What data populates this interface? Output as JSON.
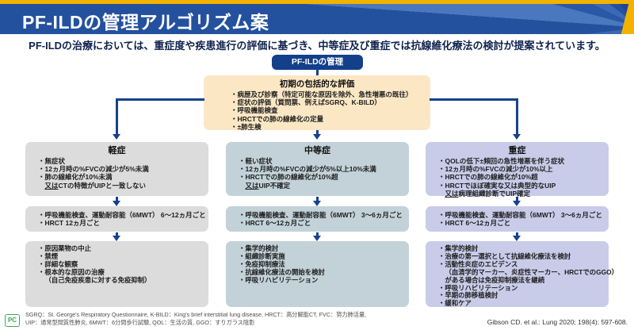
{
  "header": {
    "title": "PF-ILDの管理アルゴリズム案",
    "subtitle": "PF-ILDの治療においては、重症度や疾患進行の評価に基づき、中等症及び重症では抗線維化療法の検討が提案されています。",
    "accent_yellow": "#f2b200",
    "bar_blue": "#24519e"
  },
  "flowchart": {
    "root_label": "PF-ILDの管理",
    "assessment": {
      "title": "初期の包括的な評価",
      "items": [
        "・病歴及び診察（特定可能な原因を除外、急性増悪の既往）",
        "・症状の評価（質問票、例えばSGRQ、K-BILD）",
        "・呼吸機能検査",
        "・HRCTでの肺の線維化の定量",
        "・±肺生検"
      ]
    },
    "columns": [
      {
        "severity": "軽症",
        "color": "#dcdcdd",
        "criteria": [
          "・無症状",
          "・12ヵ月時の%FVCの減少が5%未満",
          "・肺の線維化が10%未満",
          {
            "pre": "又は",
            "text": "CTの特徴がUIPと一致しない"
          }
        ],
        "monitoring": [
          "・呼吸機能検査、運動耐容能（6MWT） 6～12ヵ月ごと",
          "・HRCT 12ヵ月ごと"
        ],
        "management": [
          "・原因薬物の中止",
          "・禁煙",
          "・詳細な観察",
          "・根本的な原因の治療",
          {
            "text": "（自己免疫疾患に対する免疫抑制）"
          }
        ]
      },
      {
        "severity": "中等症",
        "color": "#c2d2d8",
        "criteria": [
          "・軽い症状",
          "・12ヵ月時の%FVCの減少が5%以上10%未満",
          "・HRCTでの肺の線維化が10%超",
          {
            "pre": "又は",
            "text": "UIP不確定"
          }
        ],
        "monitoring": [
          "・呼吸機能検査、運動耐容能（6MWT） 3～6ヵ月ごと",
          "・HRCT 6～12ヵ月ごと"
        ],
        "management": [
          "・集学的検討",
          "・組織診断実施",
          "・免疫抑制療法",
          "・抗線維化療法の開始を検討",
          "・呼吸リハビリテーション"
        ]
      },
      {
        "severity": "重症",
        "color": "#c8cce9",
        "criteria": [
          "・QOLの低下±頻回の急性増悪を伴う症状",
          "・12ヵ月時の%FVCの減少が10%以上",
          "・HRCTでの肺の線維化が10%超",
          "・HRCTでほぼ確実な又は典型的なUIP",
          {
            "pre": "又は",
            "text": "病理組織診断でUIP確定"
          }
        ],
        "monitoring": [
          "・呼吸機能検査、運動耐容能（6MWT） 3～6ヵ月ごと",
          "・HRCT 6～12ヵ月ごと"
        ],
        "management": [
          "・集学的検討",
          "・治療の第一選択として抗線維化療法を検討",
          "・活動性炎症のエビデンス",
          {
            "text": "（血清学的マーカー、炎症性マーカー、HRCTでのGGO）"
          },
          {
            "text": "がある場合は免疫抑制療法を継続"
          },
          "・呼吸リハビリテーション",
          "・早期の肺移植検討",
          "・緩和ケア"
        ]
      }
    ]
  },
  "footer": {
    "logo_text": "PC",
    "abbreviations_line1": "SGRQ：St. George's Respiratory Questionnaire, K-BILD：King's brief interstitial lung disease, HRCT：高分解能CT, FVC：努力肺活量,",
    "abbreviations_line2": "UIP：通常型間質性肺炎, 6MWT：6分間歩行試験, QOL：生活の質, GGO：すりガラス陰影",
    "citation": "Gibson CD. et al.: Lung 2020; 198(4): 597-608."
  }
}
